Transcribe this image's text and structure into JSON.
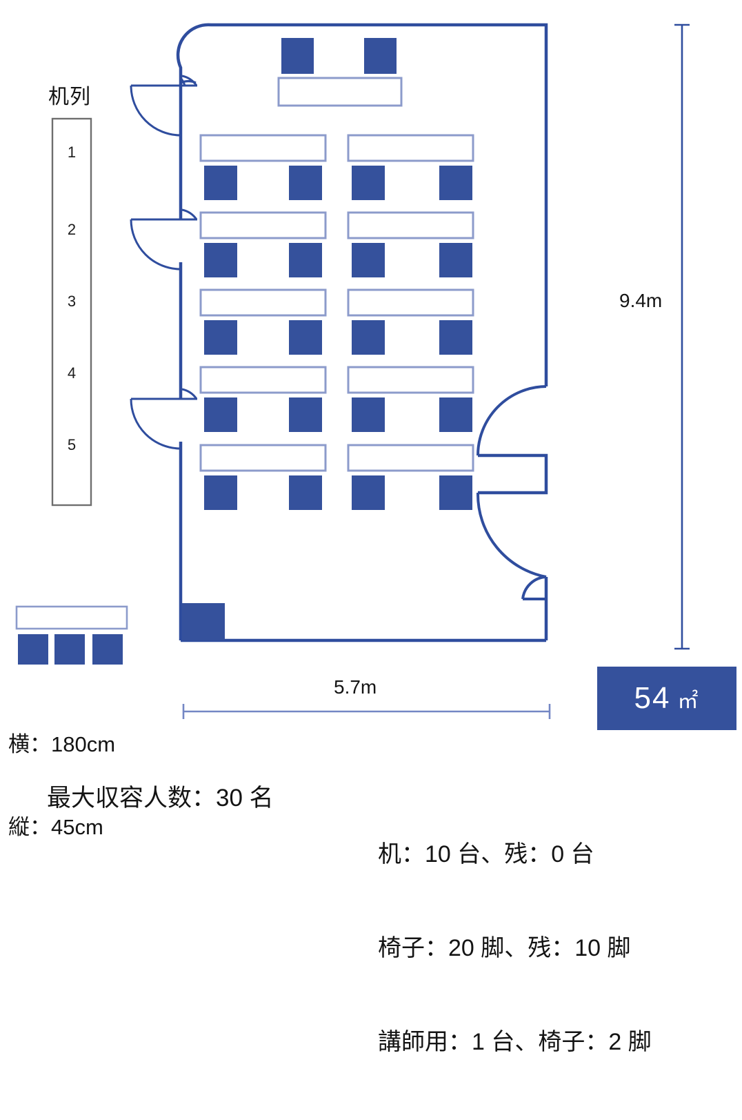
{
  "diagram": {
    "title_row_axis": "机列",
    "row_labels": [
      "1",
      "2",
      "3",
      "4",
      "5"
    ],
    "dimensions": {
      "vertical": "9.4m",
      "horizontal": "5.7m"
    },
    "area_badge": {
      "value": "54",
      "unit": "㎡",
      "color": "#35519C"
    },
    "legend": {
      "desk_width": "横：180cm",
      "desk_depth": "縦：45cm",
      "chair_count": 3
    },
    "summary": {
      "capacity": "最大収容人数：30 名",
      "desks": "机：10 台、残：0 台",
      "chairs": "椅子：20 脚、残：10 脚",
      "instructor": "講師用：1 台、椅子：2 脚"
    },
    "colors": {
      "chair_fill": "#35519C",
      "wall_stroke": "#2F4D9E",
      "desk_stroke": "#8C9BCB",
      "rowbox_stroke": "#6E6E6E"
    },
    "layout": {
      "student_rows": 5,
      "desks_per_row": 2,
      "chairs_per_desk": 2,
      "instructor_desks": 1,
      "instructor_chairs": 2,
      "left_wall_doors": 3,
      "right_wall_doors": 2,
      "pillar_count": 1
    }
  }
}
